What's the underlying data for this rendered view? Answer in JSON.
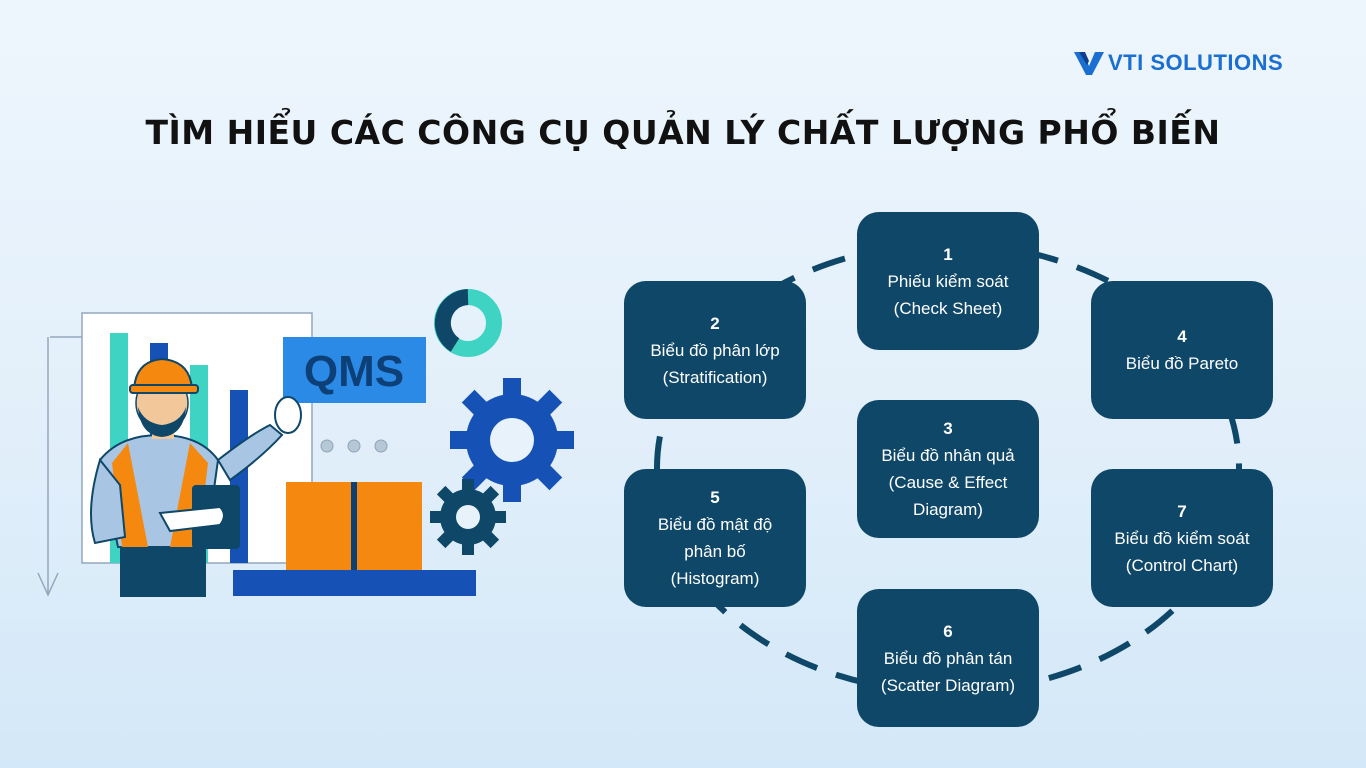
{
  "brand": {
    "logo_mark": "V",
    "name": "VTI SOLUTIONS"
  },
  "title": "TÌM HIỂU CÁC CÔNG CỤ QUẢN LÝ CHẤT LƯỢNG PHỔ BIẾN",
  "illustration": {
    "screen_label": "QMS"
  },
  "colors": {
    "box": "#0e4768",
    "ring": "#0e4768",
    "accent_blue": "#1652b5",
    "teal": "#3fd3c3",
    "orange": "#f5880f"
  },
  "tools": [
    {
      "num": "1",
      "lines": [
        "Phiếu kiểm soát",
        "(Check Sheet)"
      ]
    },
    {
      "num": "2",
      "lines": [
        "Biểu đồ phân lớp",
        "(Stratification)"
      ]
    },
    {
      "num": "3",
      "lines": [
        "Biểu đồ nhân quả",
        "(Cause & Effect",
        "Diagram)"
      ]
    },
    {
      "num": "4",
      "lines": [
        "Biểu đồ Pareto"
      ]
    },
    {
      "num": "5",
      "lines": [
        "Biểu đồ mật độ",
        "phân bố",
        "(Histogram)"
      ]
    },
    {
      "num": "6",
      "lines": [
        "Biểu đồ phân tán",
        "(Scatter Diagram)"
      ]
    },
    {
      "num": "7",
      "lines": [
        "Biểu đồ kiểm soát",
        "(Control Chart)"
      ]
    }
  ]
}
